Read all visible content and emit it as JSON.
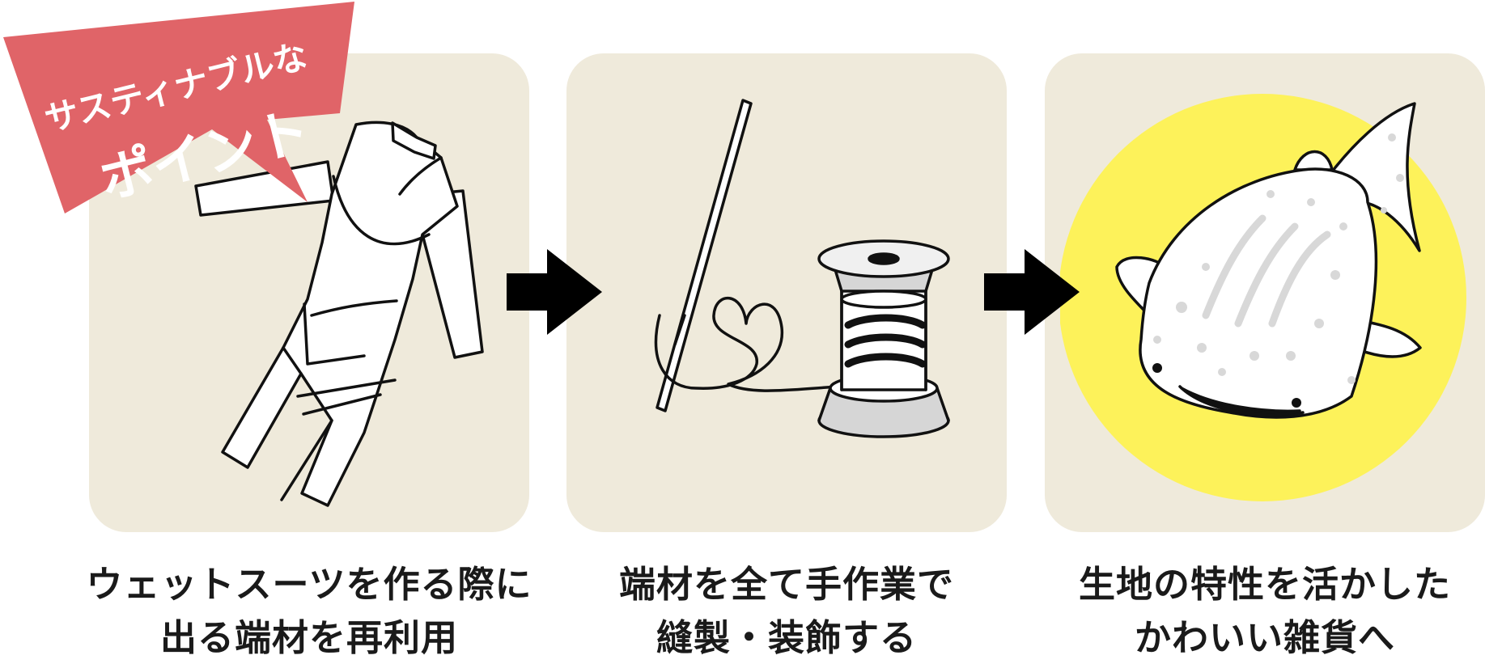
{
  "badge": {
    "line1": "サスティナブルな",
    "line2": "ポイント",
    "color": "#e06468"
  },
  "steps": [
    {
      "icon": "wetsuit-icon",
      "caption_line1": "ウェットスーツを作る際に",
      "caption_line2": "出る端材を再利用"
    },
    {
      "icon": "needle-thread-spool-icon",
      "caption_line1": "端材を全て手作業で",
      "caption_line2": "縫製・装飾する"
    },
    {
      "icon": "whale-shark-icon",
      "caption_line1": "生地の特性を活かした",
      "caption_line2": "かわいい雑貨へ"
    }
  ],
  "colors": {
    "panel": "#efeadb",
    "highlight": "#fdf25a",
    "arrow": "#000000",
    "text": "#1a1a1a"
  }
}
